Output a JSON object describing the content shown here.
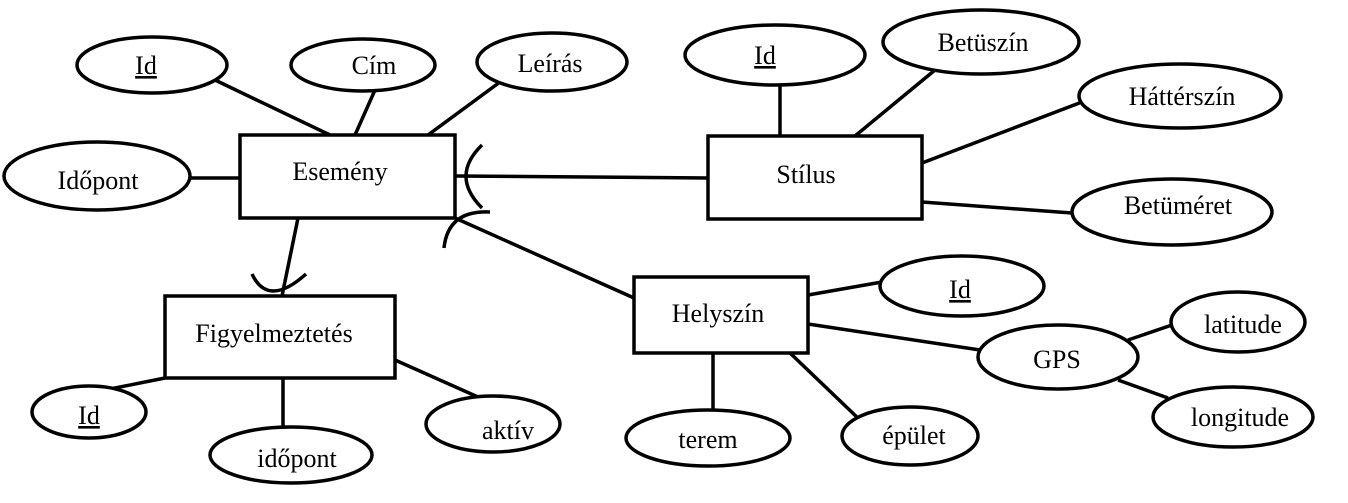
{
  "entities": [
    {
      "id": "esemeny",
      "label": "Esemény"
    },
    {
      "id": "stilus",
      "label": "Stílus"
    },
    {
      "id": "helyszin",
      "label": "Helyszín"
    },
    {
      "id": "figyelmeztetes",
      "label": "Figyelmeztetés"
    }
  ],
  "attributes": [
    {
      "id": "esemeny-id",
      "label": "Id",
      "key": true
    },
    {
      "id": "esemeny-cim",
      "label": "Cím",
      "key": false
    },
    {
      "id": "esemeny-leiras",
      "label": "Leírás",
      "key": false
    },
    {
      "id": "esemeny-idopont",
      "label": "Időpont",
      "key": false
    },
    {
      "id": "stilus-id",
      "label": "Id",
      "key": true
    },
    {
      "id": "stilus-betuszin",
      "label": "Betüszín",
      "key": false
    },
    {
      "id": "stilus-hatterszin",
      "label": "Háttérszín",
      "key": false
    },
    {
      "id": "stilus-betumeret",
      "label": "Betüméret",
      "key": false
    },
    {
      "id": "helyszin-id",
      "label": "Id",
      "key": true
    },
    {
      "id": "helyszin-gps",
      "label": "GPS",
      "key": false
    },
    {
      "id": "gps-latitude",
      "label": "latitude",
      "key": false
    },
    {
      "id": "gps-longitude",
      "label": "longitude",
      "key": false
    },
    {
      "id": "helyszin-terem",
      "label": "terem",
      "key": false
    },
    {
      "id": "helyszin-epulet",
      "label": "épület",
      "key": false
    },
    {
      "id": "figyelmeztetes-id",
      "label": "Id",
      "key": true
    },
    {
      "id": "figyelmeztetes-idopont",
      "label": "időpont",
      "key": false
    },
    {
      "id": "figyelmeztetes-aktiv",
      "label": "aktív",
      "key": false
    }
  ]
}
